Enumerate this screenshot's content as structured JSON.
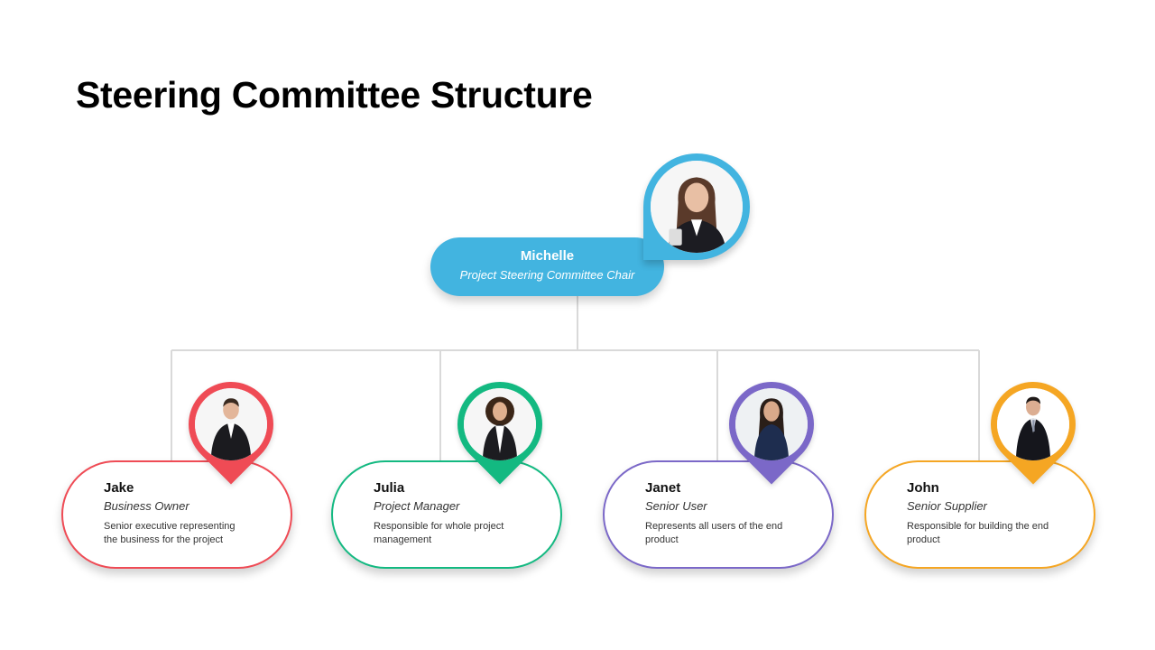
{
  "slide": {
    "title": "Steering Committee Structure"
  },
  "colors": {
    "chair": "#42B4E0",
    "connector": "#D9D9D9",
    "jake": "#EF4B55",
    "julia": "#13B981",
    "janet": "#7B68C8",
    "john": "#F5A623"
  },
  "chair": {
    "name": "Michelle",
    "role": "Project Steering Committee Chair",
    "photo_icon": "person-photo-woman"
  },
  "members": [
    {
      "name": "Jake",
      "role": "Business Owner",
      "desc_line1": "Senior executive representing",
      "desc_line2": "the business for the project",
      "photo_icon": "person-photo-man"
    },
    {
      "name": "Julia",
      "role": "Project Manager",
      "desc_line1": "Responsible for whole project",
      "desc_line2": "management",
      "photo_icon": "person-photo-woman"
    },
    {
      "name": "Janet",
      "role": "Senior User",
      "desc_line1": "Represents all users of the end",
      "desc_line2": "product",
      "photo_icon": "person-photo-woman"
    },
    {
      "name": "John",
      "role": "Senior Supplier",
      "desc_line1": "Responsible for building the end",
      "desc_line2": "product",
      "photo_icon": "person-photo-man"
    }
  ]
}
